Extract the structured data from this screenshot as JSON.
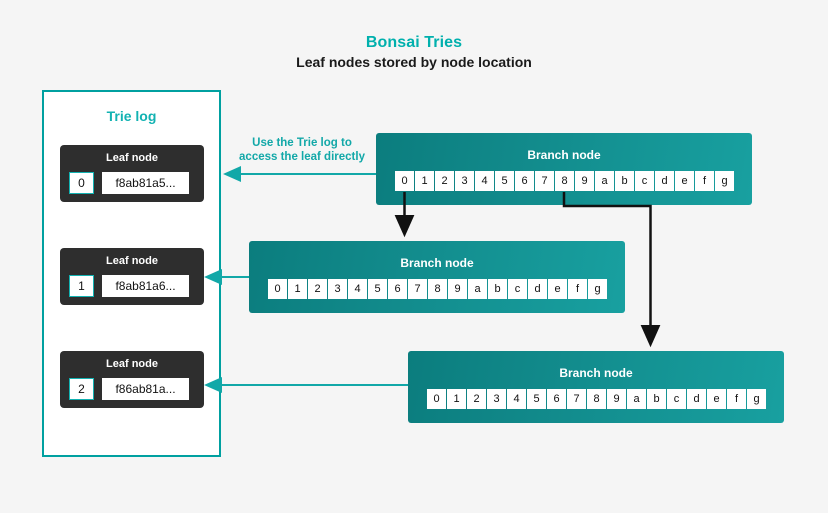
{
  "header": {
    "title": "Bonsai Tries",
    "subtitle": "Leaf nodes stored by node location",
    "title_color": "#00b0ad"
  },
  "trie_log": {
    "panel_title": "Trie log",
    "border_color": "#00a0a0",
    "leaf_nodes": [
      {
        "label": "Leaf node",
        "index": "0",
        "hash": "f8ab81a5..."
      },
      {
        "label": "Leaf node",
        "index": "1",
        "hash": "f8ab81a6..."
      },
      {
        "label": "Leaf node",
        "index": "2",
        "hash": "f86ab81a..."
      }
    ]
  },
  "annotation": {
    "line1": "Use the Trie log to",
    "line2": "access the leaf directly",
    "color": "#12a8a8"
  },
  "branch_nodes": [
    {
      "label": "Branch node",
      "cells": [
        "0",
        "1",
        "2",
        "3",
        "4",
        "5",
        "6",
        "7",
        "8",
        "9",
        "a",
        "b",
        "c",
        "d",
        "e",
        "f",
        "g"
      ]
    },
    {
      "label": "Branch node",
      "cells": [
        "0",
        "1",
        "2",
        "3",
        "4",
        "5",
        "6",
        "7",
        "8",
        "9",
        "a",
        "b",
        "c",
        "d",
        "e",
        "f",
        "g"
      ]
    },
    {
      "label": "Branch node",
      "cells": [
        "0",
        "1",
        "2",
        "3",
        "4",
        "5",
        "6",
        "7",
        "8",
        "9",
        "a",
        "b",
        "c",
        "d",
        "e",
        "f",
        "g"
      ]
    }
  ],
  "colors": {
    "background": "#f5f5f5",
    "teal_accent": "#12b2b2",
    "teal_dark": "#0b7d7e",
    "teal_light": "#18a0a0",
    "leaf_card": "#2e2e2e",
    "arrow_black": "#111111"
  }
}
